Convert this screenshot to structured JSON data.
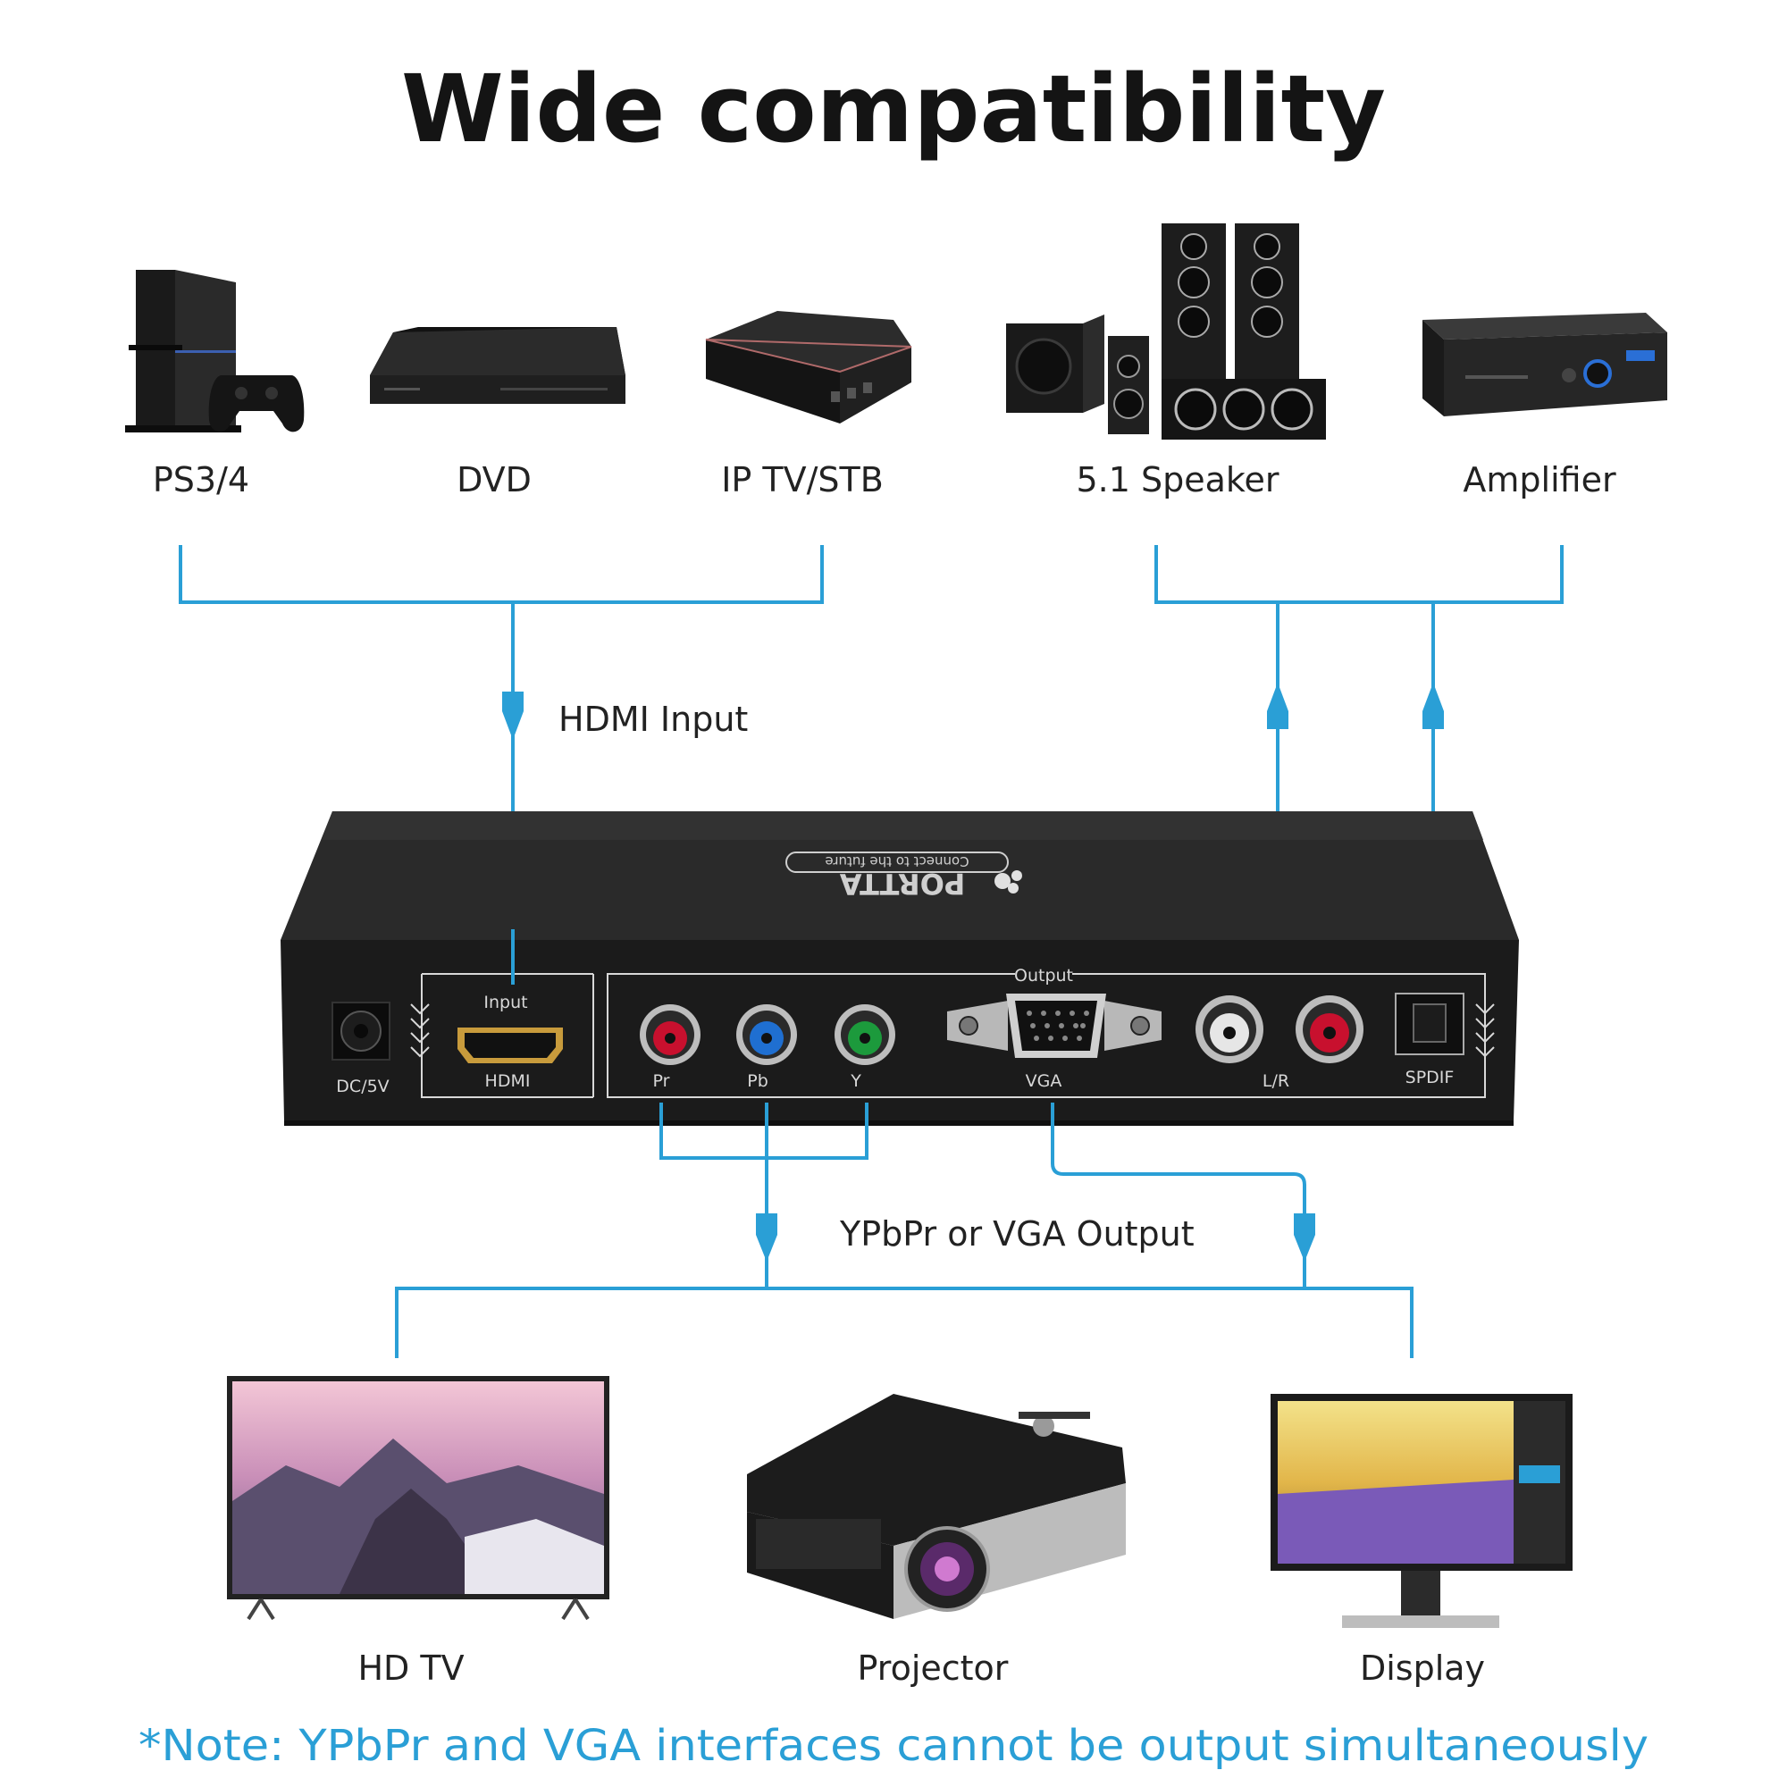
{
  "title": "Wide compatibility",
  "sources": [
    {
      "label": "PS3/4",
      "icon": "game-console-icon"
    },
    {
      "label": "DVD",
      "icon": "dvd-player-icon"
    },
    {
      "label": "IP TV/STB",
      "icon": "set-top-box-icon"
    }
  ],
  "audio_outputs": [
    {
      "label": "5.1 Speaker",
      "icon": "speaker-system-icon"
    },
    {
      "label": "Amplifier",
      "icon": "amplifier-icon"
    }
  ],
  "displays": [
    {
      "label": "HD TV",
      "icon": "tv-icon"
    },
    {
      "label": "Projector",
      "icon": "projector-icon"
    },
    {
      "label": "Display",
      "icon": "monitor-icon"
    }
  ],
  "connections": {
    "hdmi_input": "HDMI Input",
    "video_output": "YPbPr or VGA Output"
  },
  "device": {
    "brand": "PORTTA",
    "tagline": "Connect to the future",
    "ports": {
      "dc": "DC/5V",
      "input_heading": "Input",
      "hdmi": "HDMI",
      "output_heading": "Output",
      "pr": "Pr",
      "pb": "Pb",
      "y": "Y",
      "vga": "VGA",
      "lr": "L/R",
      "spdif": "SPDIF"
    }
  },
  "note": "*Note: YPbPr and VGA interfaces cannot be output simultaneously",
  "colors": {
    "accent": "#2a9fd6",
    "jack_red": "#c8102e",
    "jack_blue": "#1f6fd1",
    "jack_green": "#1c9a3c",
    "device_body": "#1b1b1b"
  }
}
